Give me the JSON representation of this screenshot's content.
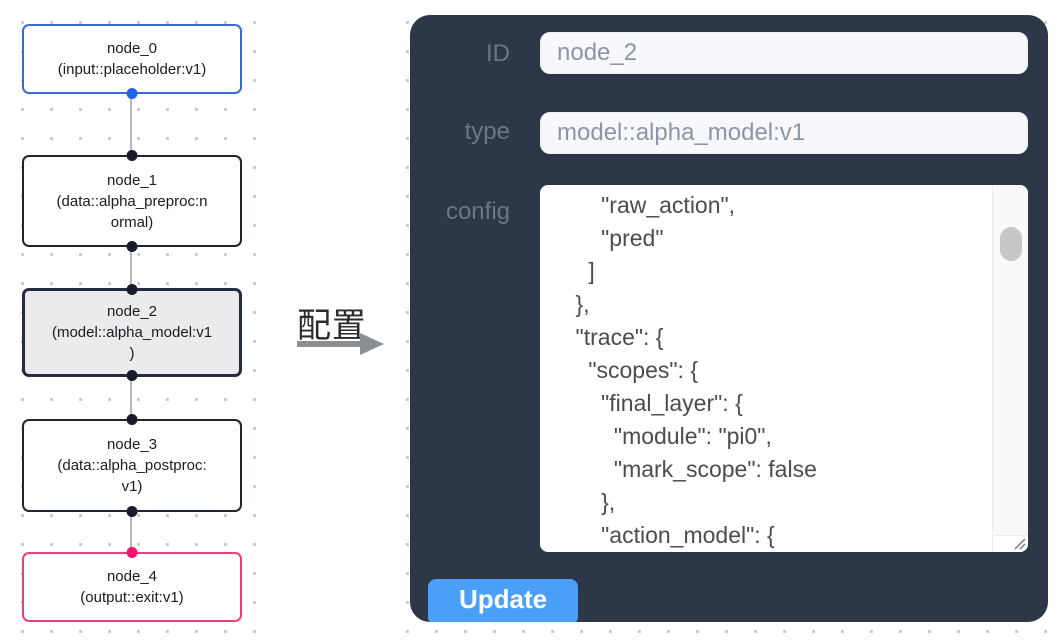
{
  "flow": {
    "nodes": [
      {
        "id": "node_0",
        "label": "node_0\n(input::placeholder:v1)",
        "kind": "input"
      },
      {
        "id": "node_1",
        "label": "node_1\n(data::alpha_preproc:n\normal)",
        "kind": "data"
      },
      {
        "id": "node_2",
        "label": "node_2\n(model::alpha_model:v1\n)",
        "kind": "model",
        "selected": true
      },
      {
        "id": "node_3",
        "label": "node_3\n(data::alpha_postproc:\nv1)",
        "kind": "data"
      },
      {
        "id": "node_4",
        "label": "node_4\n(output::exit:v1)",
        "kind": "output"
      }
    ]
  },
  "transition": {
    "label": "配置"
  },
  "panel": {
    "id_field": {
      "label": "ID",
      "value": "node_2"
    },
    "type_field": {
      "label": "type",
      "value": "model::alpha_model:v1"
    },
    "config_field": {
      "label": "config",
      "value": "        \"raw_action\",\n        \"pred\"\n      ]\n    },\n    \"trace\": {\n      \"scopes\": {\n        \"final_layer\": {\n          \"module\": \"pi0\",\n          \"mark_scope\": false\n        },\n        \"action_model\": {"
    },
    "update_button": "Update"
  },
  "colors": {
    "panel_bg": "#2d3748",
    "button_blue": "#4aa0f9",
    "node_default_border": "#20242f",
    "node_input_border": "#3a6cd0",
    "node_output_border": "#ee3f7d",
    "node_selected_bg": "#ebebee",
    "port_dark": "#181c2a",
    "port_blue": "#2165e5",
    "port_pink": "#f01370",
    "edge_gray": "#b4b7bd",
    "arrow_gray": "#8b8e93"
  }
}
